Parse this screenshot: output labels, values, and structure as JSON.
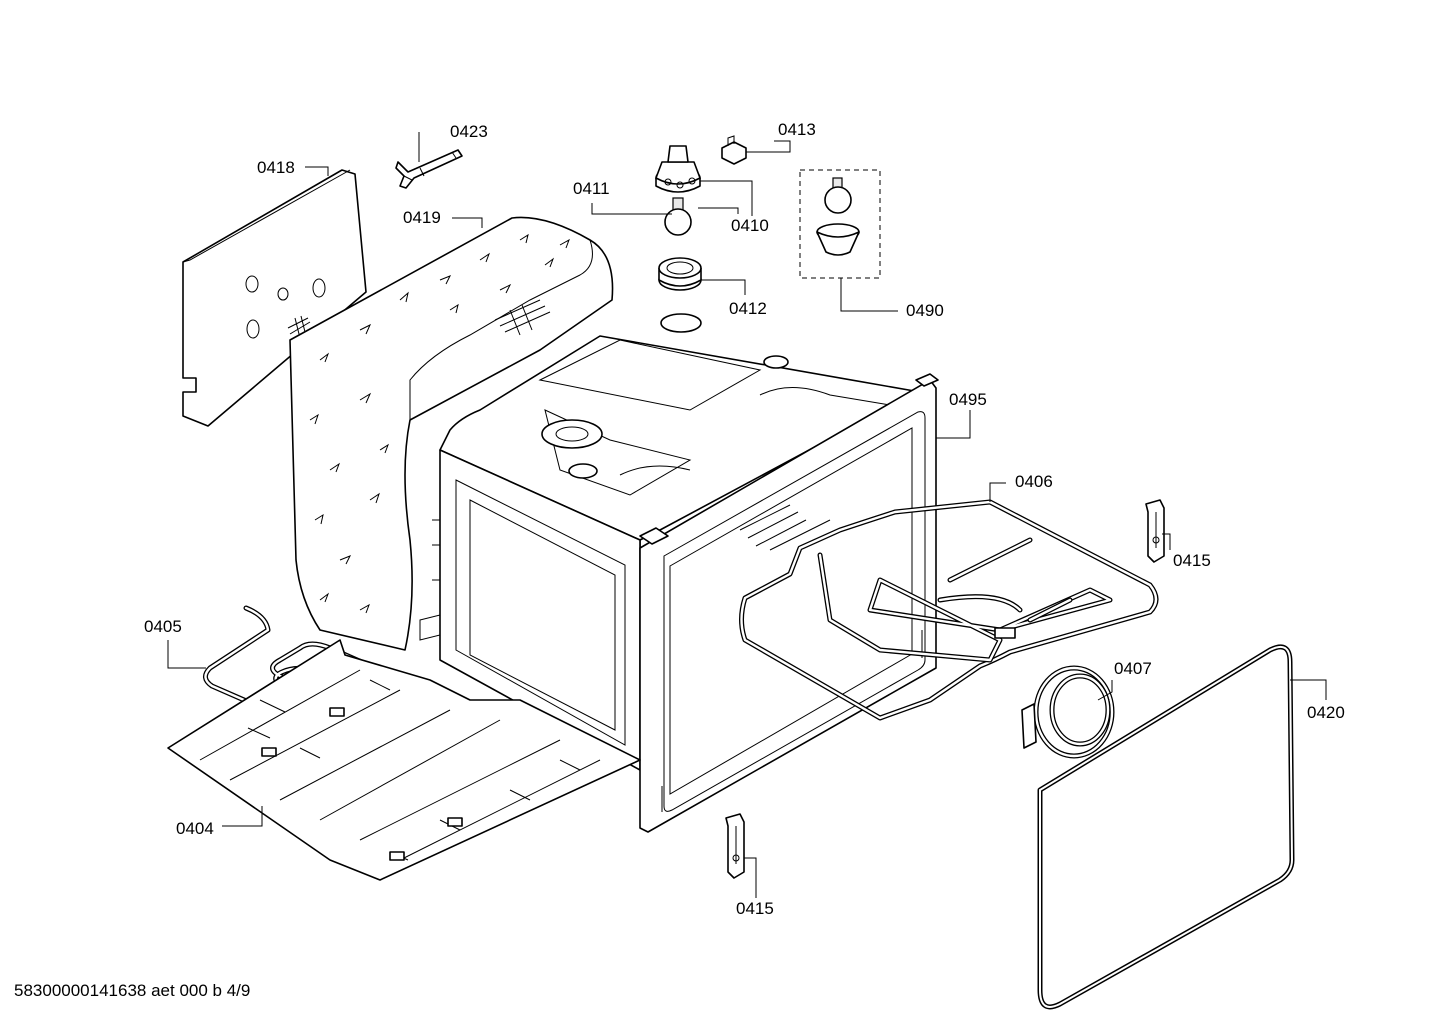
{
  "callouts": {
    "p0418": "0418",
    "p0423": "0423",
    "p0419": "0419",
    "p0411": "0411",
    "p0413": "0413",
    "p0410": "0410",
    "p0412": "0412",
    "p0490": "0490",
    "p0495": "0495",
    "p0406": "0406",
    "p0415a": "0415",
    "p0405": "0405",
    "p0407": "0407",
    "p0420": "0420",
    "p0404": "0404",
    "p0415b": "0415"
  },
  "footer": {
    "document_id": "58300000141638 aet 000 b 4/9"
  }
}
